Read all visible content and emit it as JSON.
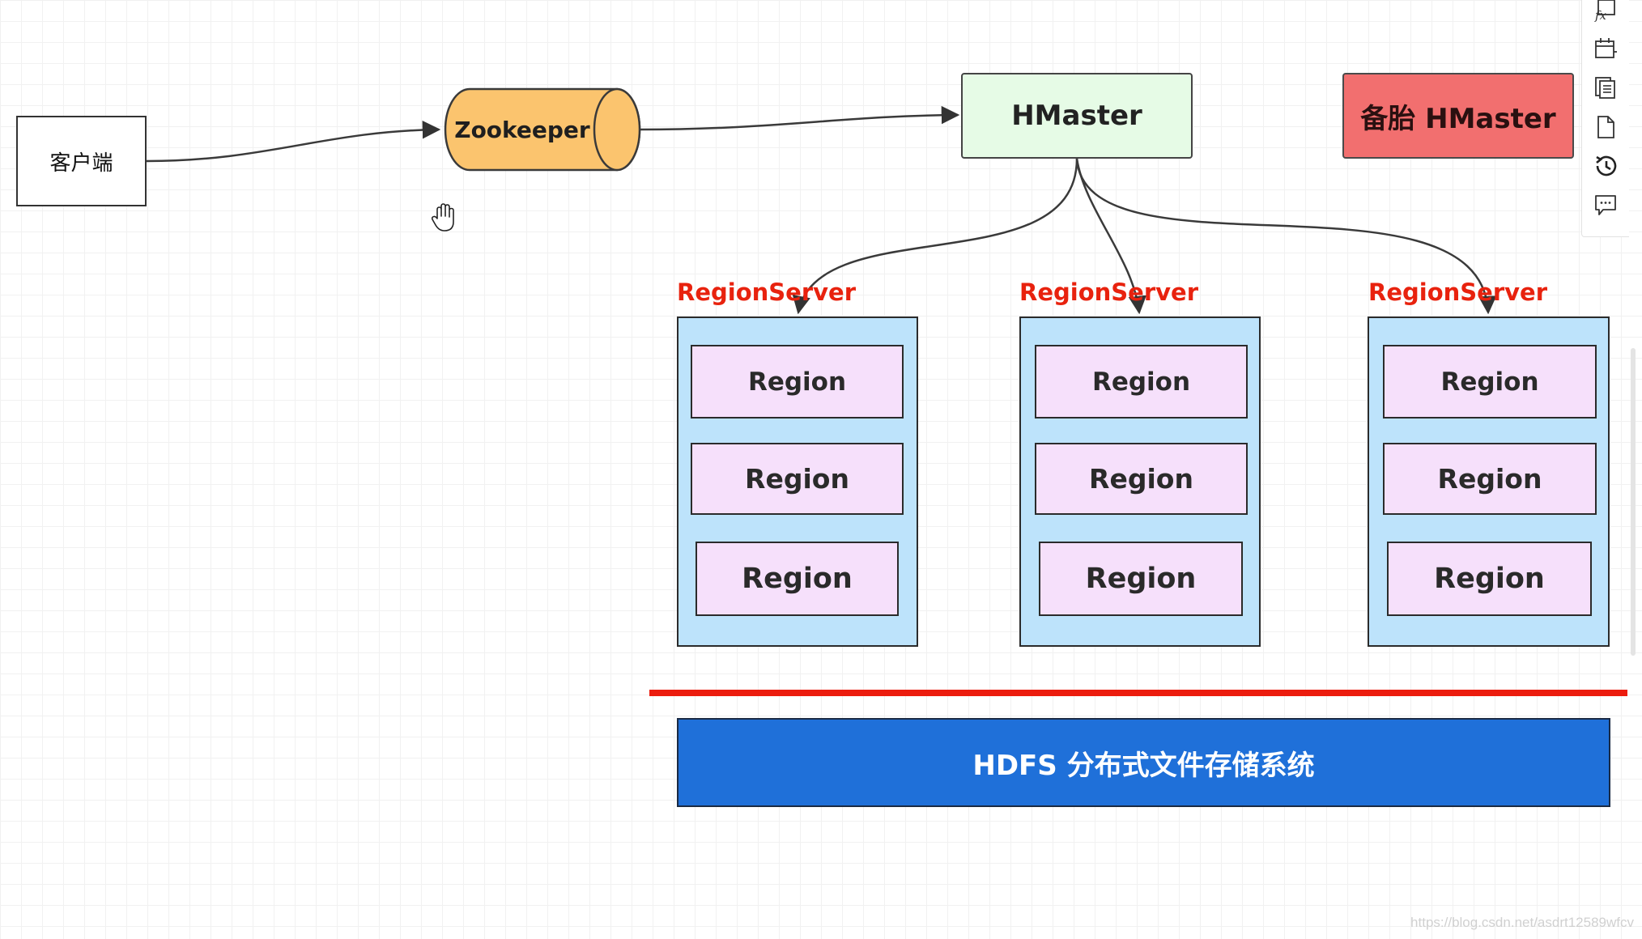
{
  "client": {
    "label": "客户端"
  },
  "zookeeper": {
    "label": "Zookeeper"
  },
  "hmaster": {
    "label": "HMaster"
  },
  "backup_hmaster": {
    "label": "备胎 HMaster"
  },
  "region_servers": [
    {
      "label": "RegionServer",
      "regions": [
        "Region",
        "Region",
        "Region"
      ]
    },
    {
      "label": "RegionServer",
      "regions": [
        "Region",
        "Region",
        "Region"
      ]
    },
    {
      "label": "RegionServer",
      "regions": [
        "Region",
        "Region",
        "Region"
      ]
    }
  ],
  "hdfs": {
    "label": "HDFS 分布式文件存储系统"
  },
  "watermark": "https://blog.csdn.net/asdrt12589wfcv",
  "toolbar": {
    "icons": [
      "formula-icon",
      "calendar-icon",
      "copy-icon",
      "page-icon",
      "history-icon",
      "comment-icon"
    ]
  },
  "colors": {
    "hmaster_fill": "#e6fbe6",
    "backup_fill": "#f26f6f",
    "zookeeper_fill": "#fbc46e",
    "regionserver_fill": "#bde3fb",
    "region_fill": "#f6e0fb",
    "regionserver_label": "#e8220e",
    "hdfs_fill": "#1f70d9",
    "divider": "#ec1c0e"
  }
}
